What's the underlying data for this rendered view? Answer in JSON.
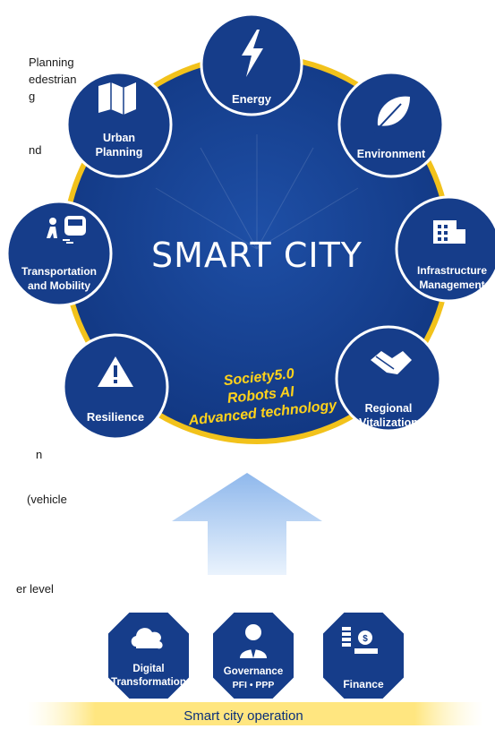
{
  "side_texts": [
    "Planning",
    "edestrian",
    "g",
    "nd",
    "n",
    "(vehicle",
    "er level"
  ],
  "center": {
    "title": "SMART CITY",
    "tech_line1": "Society5.0",
    "tech_line2": "Robots AI",
    "tech_line3": "Advanced technology"
  },
  "nodes": {
    "energy": {
      "label": "Energy",
      "icon": "lightning-icon"
    },
    "environment": {
      "label": "Environment",
      "icon": "leaf-icon"
    },
    "infrastructure": {
      "line1": "Infrastructure",
      "line2": "Management",
      "icon": "building-icon"
    },
    "regional": {
      "line1": "Regional",
      "line2": "Vitalization",
      "icon": "handshake-icon"
    },
    "resilience": {
      "label": "Resilience",
      "icon": "warning-icon"
    },
    "transportation": {
      "line1": "Transportation",
      "line2": "and Mobility",
      "icon": "train-person-icon"
    },
    "urban": {
      "line1": "Urban",
      "line2": "Planning",
      "icon": "map-icon"
    }
  },
  "foundation": {
    "digital": {
      "line1": "Digital",
      "line2": "Transformation",
      "icon": "cloud-icon"
    },
    "governance": {
      "line1": "Governance",
      "line2": "PFI • PPP",
      "icon": "person-tie-icon"
    },
    "finance": {
      "label": "Finance",
      "icon": "coins-icon"
    },
    "operation_label": "Smart city operation"
  },
  "colors": {
    "navy": "#163d8a",
    "navy_dark": "#0d2a66",
    "gold": "#f2c21b",
    "white": "#ffffff",
    "arrow_light": "#dbe9fb",
    "arrow_dark": "#8fb8ec",
    "bar_yellow": "#ffe066"
  }
}
